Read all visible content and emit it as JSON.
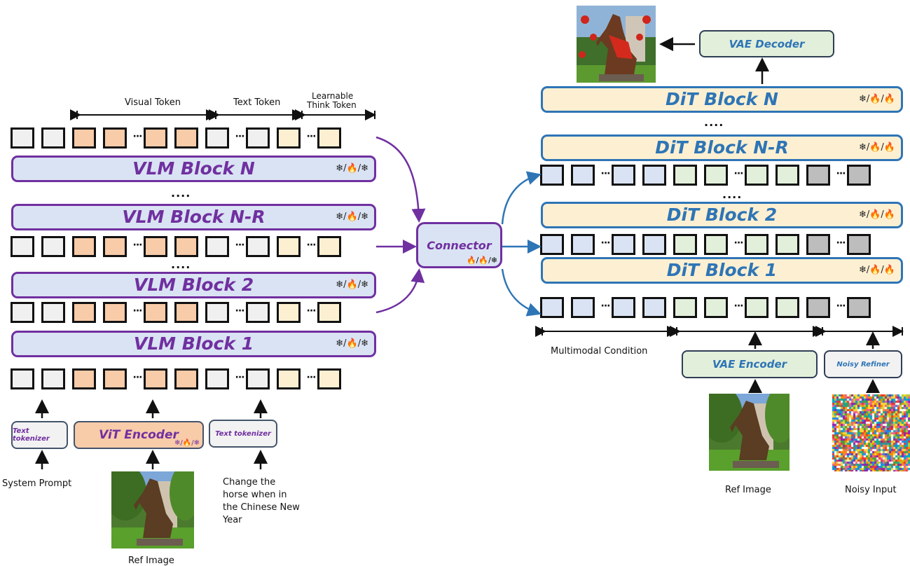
{
  "vlm_side": {
    "token_group_labels": {
      "visual": "Visual Token",
      "text": "Text Token",
      "think_line1": "Learnable",
      "think_line2": "Think Token"
    },
    "blocks": [
      {
        "label": "VLM Block N",
        "badge": "❄/🔥/❄"
      },
      {
        "label": "VLM Block N-R",
        "badge": "❄/🔥/❄"
      },
      {
        "label": "VLM Block 2",
        "badge": "❄/🔥/❄"
      },
      {
        "label": "VLM Block 1",
        "badge": "❄/🔥/❄"
      }
    ],
    "ellipsis": "....",
    "token_dots": "···",
    "inputs": {
      "text_tokenizer_left": "Text tokenizer",
      "vit_encoder": "ViT Encoder",
      "vit_badge": "❄/🔥/❄",
      "text_tokenizer_right": "Text tokenizer",
      "system_prompt": "System Prompt",
      "instruction_lines": [
        "Change the",
        "horse when in",
        "the Chinese New",
        "Year"
      ],
      "ref_image_label": "Ref Image"
    }
  },
  "connector": {
    "label": "Connector",
    "badge": "🔥/🔥/❄"
  },
  "dit_side": {
    "vae_decoder": "VAE Decoder",
    "blocks": [
      {
        "label": "DiT Block N",
        "badge": "❄/🔥/🔥"
      },
      {
        "label": "DiT Block N-R",
        "badge": "❄/🔥/🔥"
      },
      {
        "label": "DiT Block 2",
        "badge": "❄/🔥/🔥"
      },
      {
        "label": "DiT Block 1",
        "badge": "❄/🔥/🔥"
      }
    ],
    "ellipsis": "....",
    "multimodal_condition": "Multimodal Condition",
    "vae_encoder": "VAE Encoder",
    "noisy_refiner": "Noisy Refiner",
    "ref_image_label": "Ref Image",
    "noisy_input_label": "Noisy Input"
  },
  "colors": {
    "vlm_purple": "#7030a0",
    "vlm_fill": "#dae3f3",
    "dit_blue": "#2e75b6",
    "dit_fill": "#fdf0d2",
    "token_gray": "#f0f0f0",
    "token_peach": "#f8cba9",
    "token_cream": "#fdf0d2",
    "token_blue": "#dae3f3",
    "token_green": "#e2efda",
    "token_dark_gray": "#bdbdbd",
    "vae_fill": "#e2efda"
  }
}
